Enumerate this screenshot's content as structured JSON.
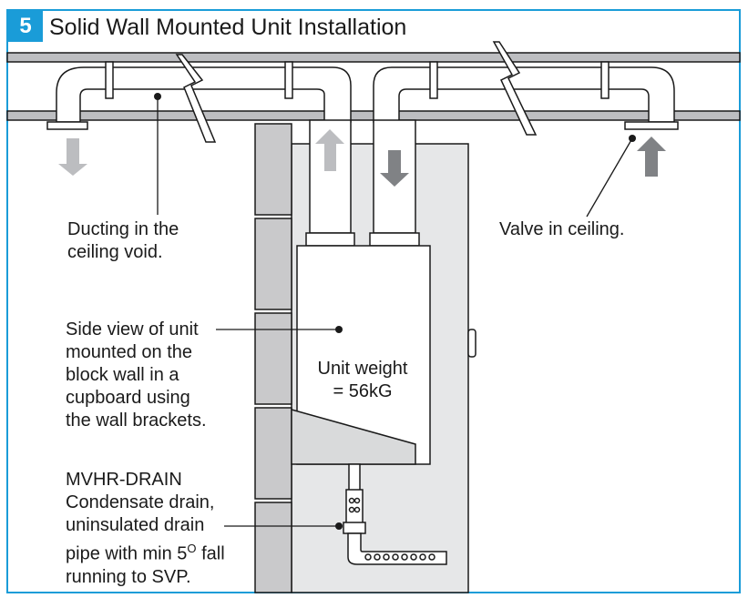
{
  "header": {
    "step_number": "5",
    "title": "Solid Wall Mounted Unit Installation"
  },
  "labels": {
    "ducting": [
      "Ducting in the",
      "ceiling void."
    ],
    "valve": "Valve in ceiling.",
    "side_view": [
      "Side view of unit",
      "mounted on the",
      "block wall in a",
      "cupboard using",
      "the wall brackets."
    ],
    "unit_weight": [
      "Unit weight",
      "= 56kG"
    ],
    "drain": {
      "line1": "MVHR-DRAIN",
      "line2": "Condensate drain,",
      "line3": "uninsulated drain",
      "line4_pre": "pipe with min 5",
      "line4_sup": "O",
      "line4_post": " fall",
      "line5": "running to SVP."
    }
  },
  "colors": {
    "accent": "#1a9cd8",
    "frame": "#1a9cd8",
    "wall_block": "#c9c9cb",
    "cupboard": "#e6e7e8",
    "arrow_light": "#bcbdc0",
    "arrow_dark": "#808285",
    "line": "#1a1a1a"
  }
}
